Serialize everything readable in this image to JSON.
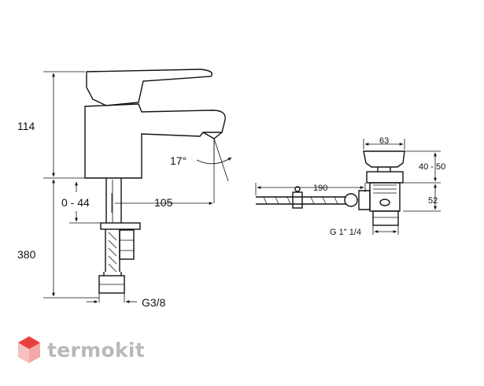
{
  "faucet_dims": {
    "height": "114",
    "adjust": "0 - 44",
    "reach": "105",
    "depth": "380",
    "thread": "G3/8",
    "angle": "17°"
  },
  "drain_dims": {
    "width": "63",
    "length": "190",
    "range": "40 - 50",
    "height": "52",
    "thread": "G 1\" 1/4"
  },
  "brand": {
    "name": "termokit",
    "colors": {
      "logo_red": "#e8413c",
      "logo_pink": "#f3a8a5",
      "text_grey": "#b9b9b9"
    }
  }
}
